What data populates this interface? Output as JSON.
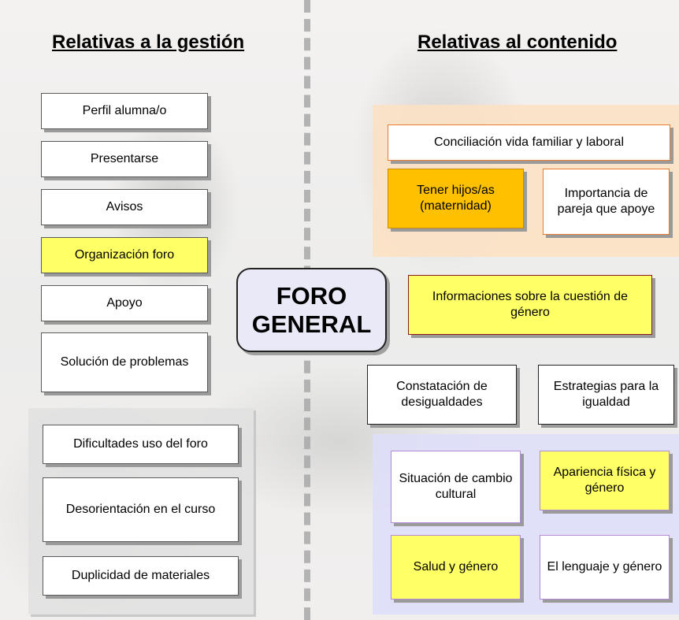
{
  "left": {
    "title": "Relativas a la gestión",
    "items": [
      "Perfil alumna/o",
      "Presentarse",
      "Avisos",
      "Organización foro",
      "Apoyo",
      "Solución de problemas"
    ],
    "panel_items": [
      "Dificultades uso del foro",
      "Desorientación en el curso",
      "Duplicidad de materiales"
    ]
  },
  "center": {
    "line1": "FORO",
    "line2": "GENERAL"
  },
  "right": {
    "title": "Relativas al contenido",
    "conciliacion": "Conciliación vida familiar y laboral",
    "tener_hijos": "Tener hijos/as (maternidad)",
    "importancia": "Importancia de pareja que apoye",
    "informaciones": "Informaciones sobre la cuestión de género",
    "constatacion": "Constatación de desigualdades",
    "estrategias": "Estrategias para la igualdad",
    "situacion": "Situación de cambio cultural",
    "apariencia": "Apariencia física y género",
    "salud": "Salud y género",
    "lenguaje": "El lenguaje y género"
  },
  "colors": {
    "yellow": "#ffff66",
    "orange": "#ffc000",
    "peach_panel": "#fce1c4",
    "lavender_panel": "#dedef8",
    "orange_border": "#e87b2c",
    "purple_border": "#b58ad6",
    "dark_red_border": "#8b1a1a"
  }
}
